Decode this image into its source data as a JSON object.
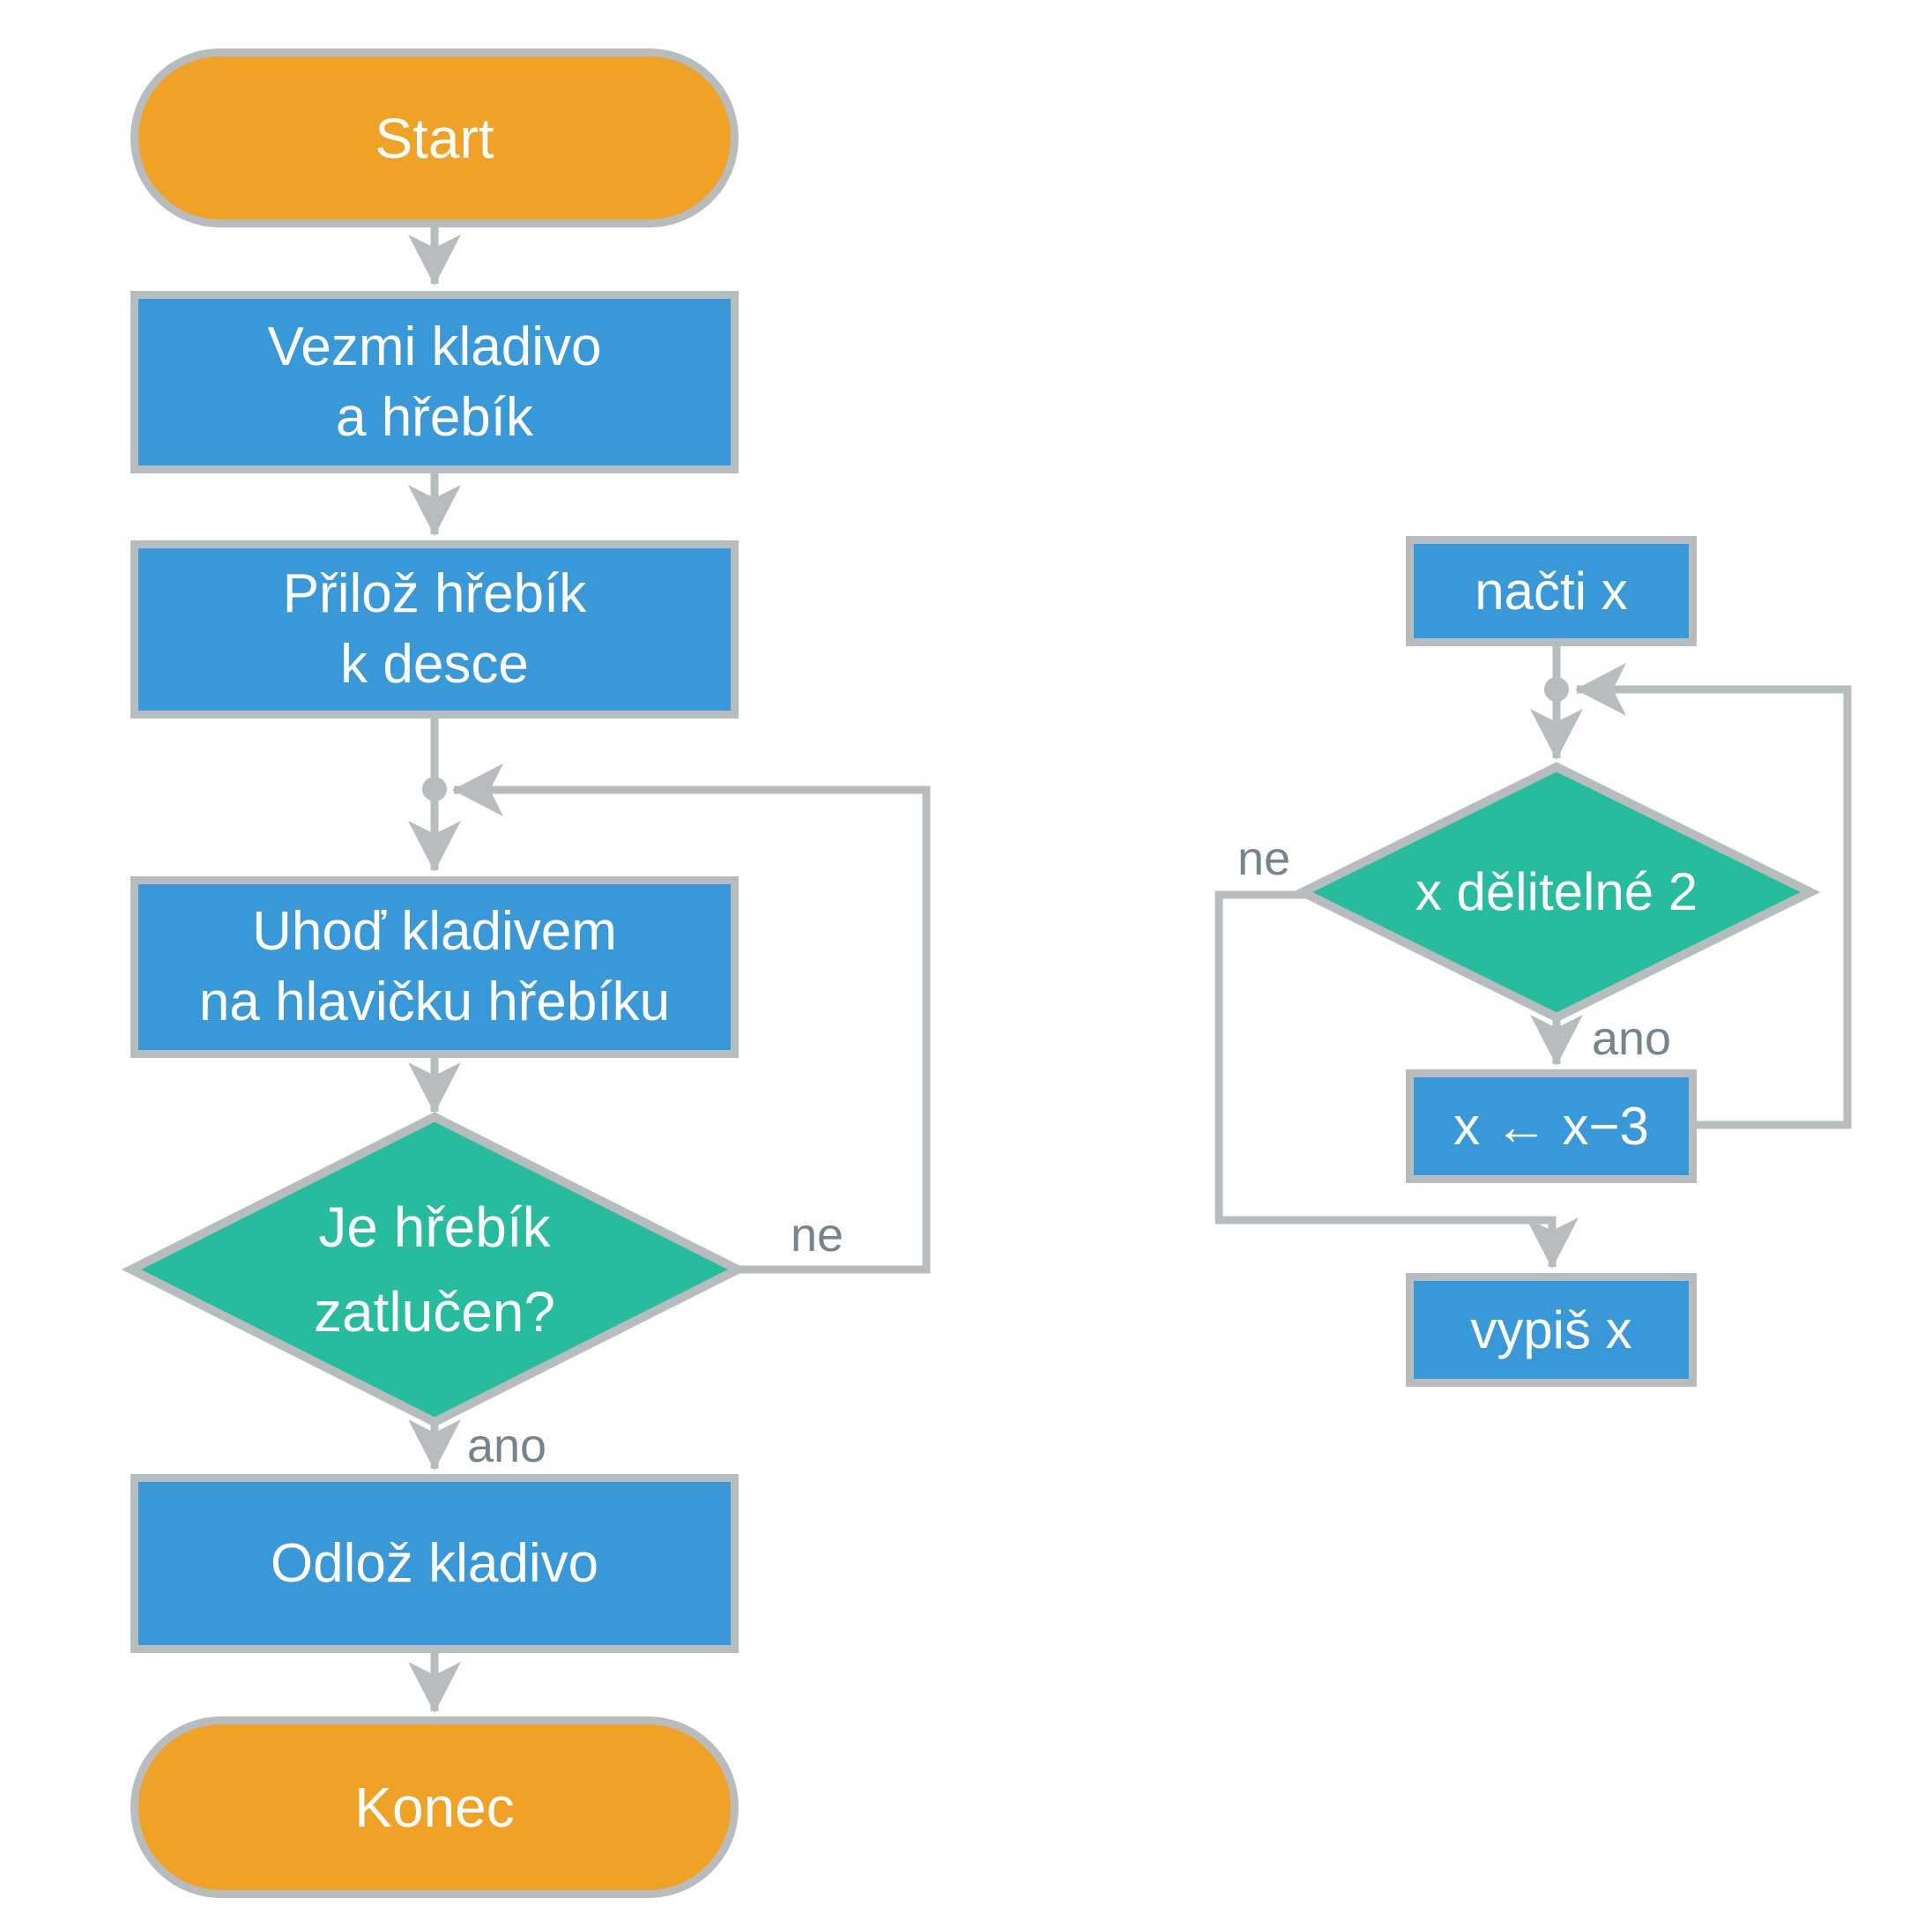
{
  "colors": {
    "orange": "#f0a226",
    "blue": "#3999d8",
    "teal": "#26bc9d",
    "line": "#b7bcbe",
    "label": "#76848c",
    "text": "#ffffff",
    "bg": "#ffffff"
  },
  "left": {
    "start_label": "Start",
    "step1": "Vezmi kladivo\na hřebík",
    "step2": "Přilož hřebík\nk desce",
    "step3": "Uhoď kladivem\nna hlavičku hřebíku",
    "decision": "Je hřebík\nzatlučen?",
    "no_label": "ne",
    "yes_label": "ano",
    "step4": "Odlož kladivo",
    "end_label": "Konec"
  },
  "right": {
    "step1": "načti x",
    "decision": "x dělitelné 2",
    "no_label": "ne",
    "yes_label": "ano",
    "assign": "x ← x−3",
    "output": "vypiš x"
  }
}
